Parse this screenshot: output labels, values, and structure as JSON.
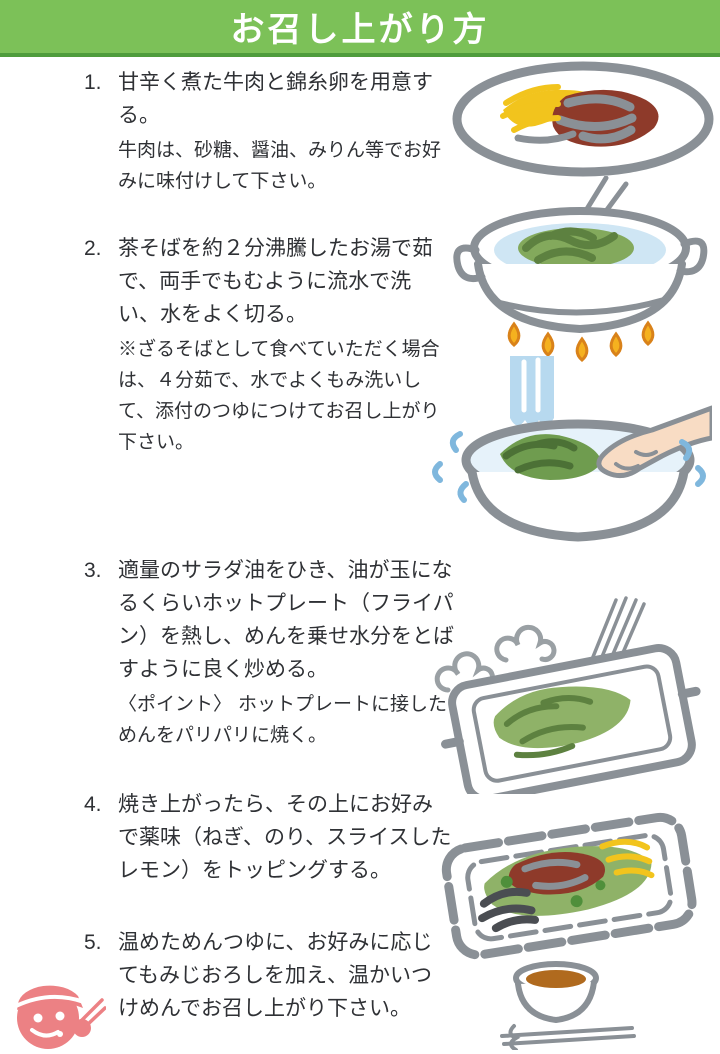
{
  "header": {
    "title": "お召し上がり方",
    "bg_color": "#7cc158",
    "accent_color": "#4f9c3c",
    "text_color": "#ffffff"
  },
  "steps": [
    {
      "number": "1.",
      "text": "甘辛く煮た牛肉と錦糸卵を用意する。",
      "note": "牛肉は、砂糖、醤油、みりん等でお好みに味付けして下さい。",
      "illustration": "beef-and-egg-plate"
    },
    {
      "number": "2.",
      "text": "茶そばを約２分沸騰したお湯で茹で、両手でもむように流水で洗い、水をよく切る。",
      "note": "※ざるそばとして食べていただく場合は、４分茹で、水でよくもみ洗いして、添付のつゆにつけてお召し上がり下さい。",
      "illustration": "boiling-pot-with-chopsticks, washing-noodles-under-running-water"
    },
    {
      "number": "3.",
      "text": "適量のサラダ油をひき、油が玉になるくらいホットプレート（フライパン）を熱し、めんを乗せ水分をとばすように良く炒める。",
      "note": "〈ポイント〉 ホットプレートに接しためんをパリパリに焼く。",
      "illustration": "frying-noodles-on-hotplate-with-steam"
    },
    {
      "number": "4.",
      "text": "焼き上がったら、その上にお好みで薬味（ねぎ、のり、スライスしたレモン）をトッピングする。",
      "note": "",
      "illustration": "noodles-with-toppings-on-hotplate"
    },
    {
      "number": "5.",
      "text": "温めためんつゆに、お好みに応じてもみじおろしを加え、温かいつけめんでお召し上がり下さい。",
      "note": "",
      "illustration": "dipping-sauce-cup-with-chopsticks"
    }
  ],
  "illustrations": {
    "step1": "beef-and-egg-plate",
    "step2a": "boiling-pot-with-chopsticks",
    "step2b": "washing-noodles-under-running-water",
    "step3": "frying-noodles-on-hotplate-with-steam",
    "step4": "noodles-with-toppings-on-hotplate",
    "step5": "dipping-sauce-cup-with-chopsticks",
    "logo": "chef-mascot"
  },
  "colors": {
    "ink": "#2f3135",
    "outline_gray": "#8a9096",
    "noodle_green": "#83a95c",
    "noodle_green_dark": "#5d8140",
    "water_blue": "#cfe6f4",
    "stream_blue": "#b7d9ef",
    "flame_orange": "#f5b11f",
    "flame_orange_dark": "#d9821a",
    "beef_red": "#8e3a2a",
    "egg_yellow": "#f2c41d",
    "skin": "#f8dcc4",
    "sauce_brown": "#b06a1e",
    "nori_dark": "#4a4d52",
    "mascot_pink": "#ec8184"
  }
}
